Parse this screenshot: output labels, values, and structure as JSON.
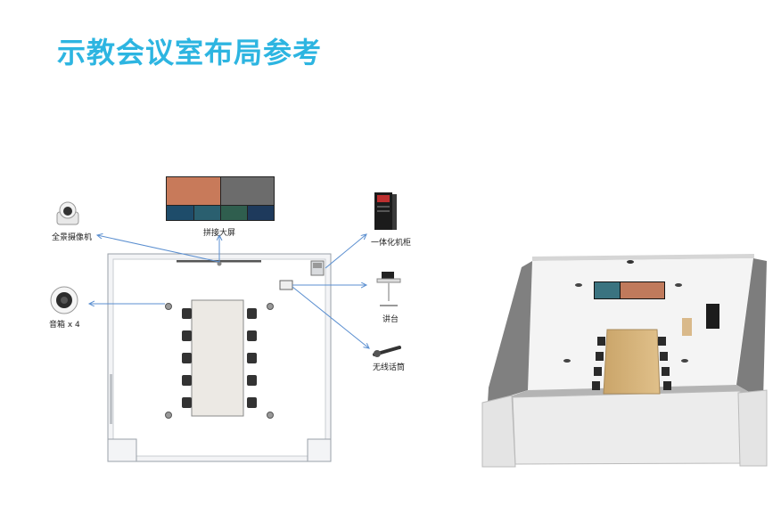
{
  "title": "示教会议室布局参考",
  "labels": {
    "camera": "全景摄像机",
    "videowall": "拼接大屏",
    "cabinet": "一体化机柜",
    "podium": "讲台",
    "speaker": "音箱 x 4",
    "microphone": "无线话筒"
  },
  "colors": {
    "title": "#2db5e1",
    "arrow": "#5b8fd0"
  }
}
